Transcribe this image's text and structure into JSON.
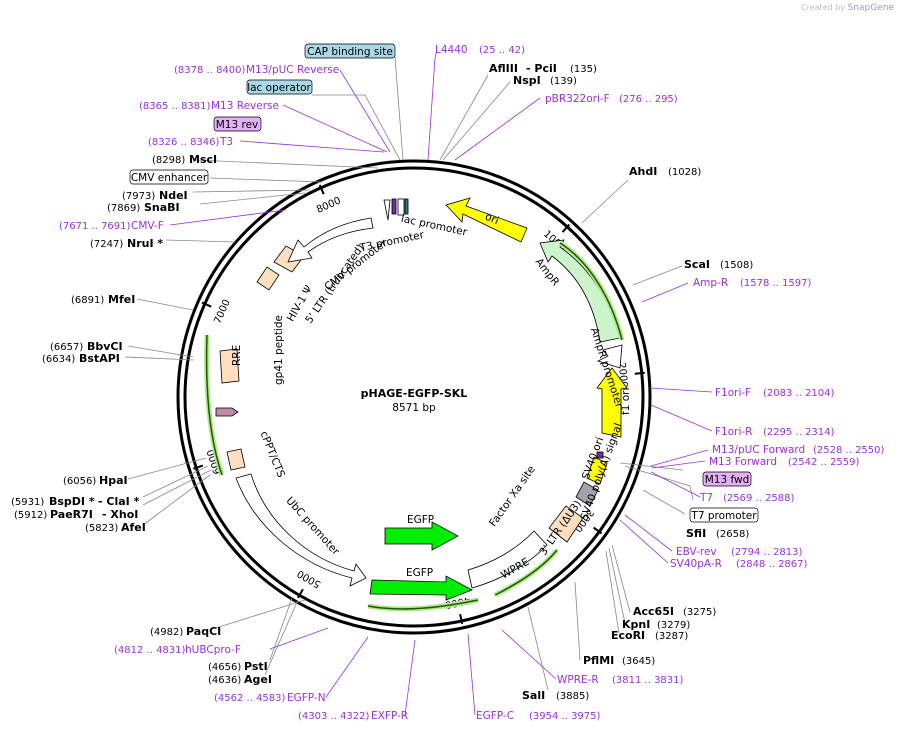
{
  "brand": {
    "created_by": "Created by",
    "app": "SnapGene"
  },
  "plasmid": {
    "name": "pHAGE-EGFP-SKL",
    "length_label": "8571 bp"
  },
  "colors": {
    "primer": "#9b30d9",
    "ori": "#ffff00",
    "ampr": "#ccf5cc",
    "egfp": "#00ee00",
    "ltr": "#ffdfc0",
    "rre": "#ffdfc0",
    "gp41": "#c08aa8",
    "sv40_ori": "#ffff00",
    "f1_ori": "#ffff00",
    "sv40_polya": "#a0a4a8",
    "lac_promoter": "#ffffff",
    "lac_operator_box": "#a9d9e6",
    "m13_box": "#e3b0f5"
  },
  "ticks": [
    "1000",
    "2000",
    "3000",
    "4000",
    "5000",
    "6000",
    "7000",
    "8000"
  ],
  "features": {
    "ori": "ori",
    "ampr": "AmpR",
    "ampr_promoter": "AmpR promoter",
    "f1_ori": "f1 ori",
    "sv40_ori": "SV40 ori",
    "sv40_polya": "SV40 poly(A) signal",
    "ltr3": "3' LTR (ΔU3)",
    "wpre": "WPRE",
    "egfp_1": "EGFP",
    "egfp_2": "EGFP",
    "factor_xa": "Factor Xa site",
    "ubc_promoter": "UbC promoter",
    "cppt": "cPPT/CTS",
    "gp41": "gp41 peptide",
    "rre": "RRE",
    "hiv_psi": "HIV-1 Ψ",
    "ltr5": "5' LTR (truncated)",
    "cmv_promoter": "CMV promoter",
    "t3_promoter": "T3 promoter",
    "lac_promoter": "lac promoter"
  },
  "sites": [
    {
      "name": "AflIII",
      "extra": "- PciI",
      "pos": "(135)"
    },
    {
      "name": "NspI",
      "pos": "(139)"
    },
    {
      "name": "AhdI",
      "pos": "(1028)"
    },
    {
      "name": "ScaI",
      "pos": "(1508)"
    },
    {
      "name": "SfiI",
      "pos": "(2658)"
    },
    {
      "name": "Acc65I",
      "pos": "(3275)"
    },
    {
      "name": "KpnI",
      "pos": "(3279)"
    },
    {
      "name": "EcoRI",
      "pos": "(3287)"
    },
    {
      "name": "PflMI",
      "pos": "(3645)"
    },
    {
      "name": "SalI",
      "pos": "(3885)"
    },
    {
      "name": "PaqCI",
      "pos": "(4982)"
    },
    {
      "name": "PstI",
      "pos": "(4656)"
    },
    {
      "name": "AgeI",
      "pos": "(4636)"
    },
    {
      "name": "AfeI",
      "pos": "(5823)"
    },
    {
      "name": "PaeR7I",
      "extra": "- XhoI",
      "pos": "(5912)"
    },
    {
      "name": "BspDI *",
      "extra": "- ClaI *",
      "pos": "(5931)"
    },
    {
      "name": "HpaI",
      "pos": "(6056)"
    },
    {
      "name": "BstAPI",
      "pos": "(6634)"
    },
    {
      "name": "BbvCI",
      "pos": "(6657)"
    },
    {
      "name": "MfeI",
      "pos": "(6891)"
    },
    {
      "name": "NruI *",
      "pos": "(7247)"
    },
    {
      "name": "SnaBI",
      "pos": "(7869)"
    },
    {
      "name": "NdeI",
      "pos": "(7973)"
    },
    {
      "name": "MscI",
      "pos": "(8298)"
    }
  ],
  "primers": [
    {
      "name": "L4440",
      "range": "(25 .. 42)"
    },
    {
      "name": "pBR322ori-F",
      "range": "(276 .. 295)"
    },
    {
      "name": "Amp-R",
      "range": "(1578 .. 1597)"
    },
    {
      "name": "F1ori-F",
      "range": "(2083 .. 2104)"
    },
    {
      "name": "F1ori-R",
      "range": "(2295 .. 2314)"
    },
    {
      "name": "M13/pUC Forward",
      "range": "(2528 .. 2550)"
    },
    {
      "name": "M13 Forward",
      "range": "(2542 .. 2559)"
    },
    {
      "name": "T7",
      "range": "(2569 .. 2588)"
    },
    {
      "name": "EBV-rev",
      "range": "(2794 .. 2813)"
    },
    {
      "name": "SV40pA-R",
      "range": "(2848 .. 2867)"
    },
    {
      "name": "WPRE-R",
      "range": "(3811 .. 3831)"
    },
    {
      "name": "EGFP-C",
      "range": "(3954 .. 3975)"
    },
    {
      "name": "EXFP-R",
      "range": "(4303 .. 4322)"
    },
    {
      "name": "EGFP-N",
      "range": "(4562 .. 4583)"
    },
    {
      "name": "hUBCpro-F",
      "range": "(4812 .. 4831)"
    },
    {
      "name": "CMV-F",
      "range": "(7671 .. 7691)"
    },
    {
      "name": "T3",
      "range": "(8326 .. 8346)"
    },
    {
      "name": "M13 Reverse",
      "range": "(8365 .. 8381)"
    },
    {
      "name": "M13/pUC Reverse",
      "range": "(8378 .. 8400)"
    }
  ],
  "boxes": {
    "cap_binding": "CAP binding site",
    "lac_operator": "lac operator",
    "m13_rev": "M13 rev",
    "cmv_enhancer": "CMV enhancer",
    "m13_fwd": "M13 fwd",
    "t7_promoter": "T7 promoter"
  }
}
